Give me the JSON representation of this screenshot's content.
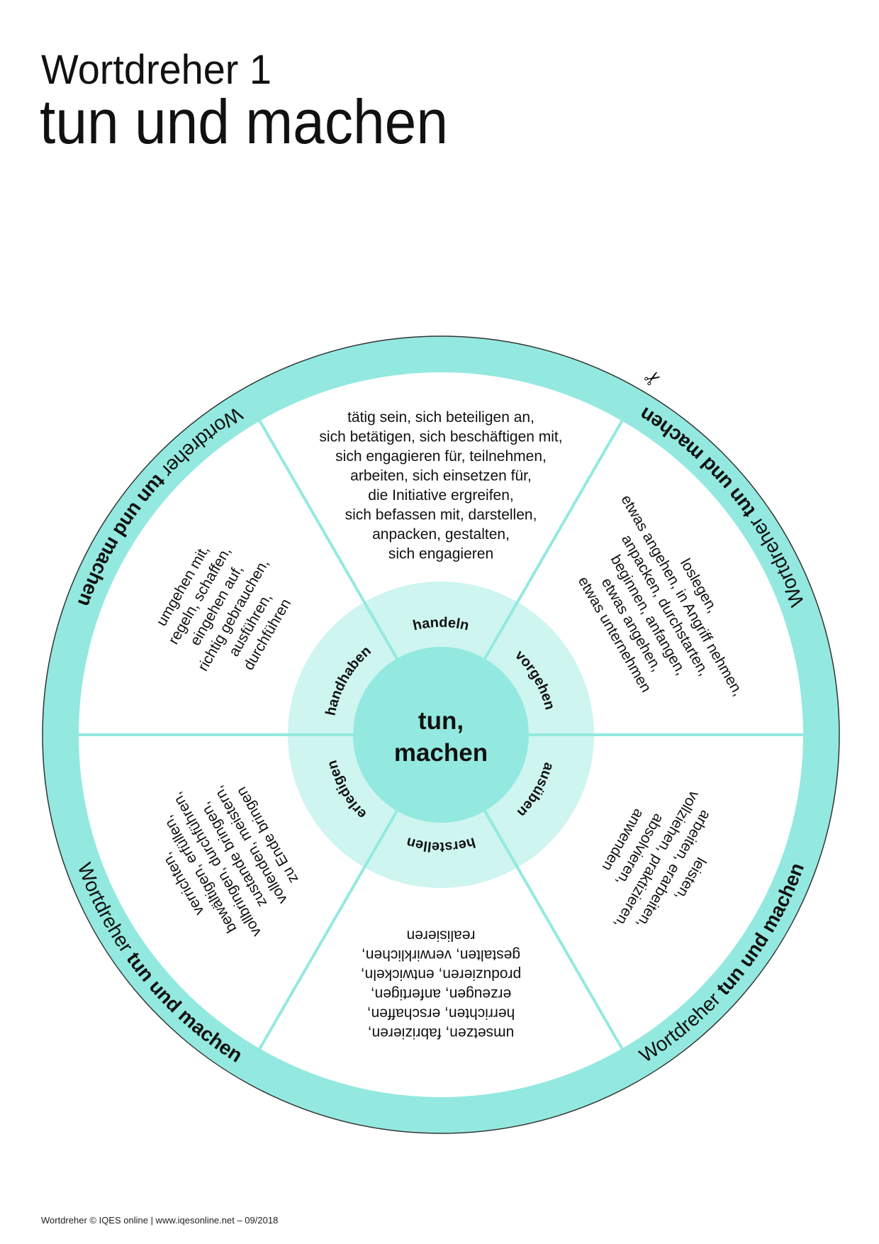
{
  "header": {
    "subtitle": "Wortdreher 1",
    "title": "tun und machen"
  },
  "colors": {
    "ring": "#93e9df",
    "hub": "#cef5f0",
    "center": "#93e9df",
    "divider": "#93e9df"
  },
  "wheel": {
    "center_lines": [
      "tun,",
      "machen"
    ],
    "hub_labels": [
      "handeln",
      "vorgehen",
      "ausüben",
      "herstellen",
      "erledigen",
      "handhaben"
    ],
    "ring_label": {
      "prefix": "Wortdreher ",
      "bold": "tun und machen"
    },
    "ring_label_count": 4,
    "cut_icon": "scissors-icon",
    "sectors": [
      {
        "lines": [
          "tätig sein, sich beteiligen an,",
          "sich betätigen, sich beschäftigen mit,",
          "sich engagieren für, teilnehmen,",
          "arbeiten, sich einsetzen für,",
          "die Initiative ergreifen,",
          "sich befassen mit, darstellen,",
          "anpacken, gestalten,",
          "sich engagieren"
        ]
      },
      {
        "lines": [
          "loslegen,",
          "etwas angehen, in Angriff nehmen,",
          "anpacken, durchstarten,",
          "beginnen, anfangen,",
          "etwas angehen,",
          "etwas unternehmen"
        ]
      },
      {
        "lines": [
          "leisten,",
          "arbeiten, erarbeiten,",
          "vollziehen, praktizieren,",
          "absolvieren,",
          "anwenden"
        ]
      },
      {
        "lines": [
          "umsetzen, fabrizieren,",
          "herrichten, erschaffen,",
          "erzeugen, anfertigen,",
          "produzieren, entwickeln,",
          "gestalten, verwirklichen,",
          "realisieren"
        ]
      },
      {
        "lines": [
          "verrichten,",
          "bewältigen, erfüllen,",
          "vollbringen, durchführen,",
          "zustande bringen,",
          "vollenden, meistern,",
          "zu Ende bringen"
        ]
      },
      {
        "lines": [
          "umgehen mit,",
          "regeln, schaffen,",
          "eingehen auf,",
          "richtig gebrauchen,",
          "ausführen,",
          "durchführen"
        ]
      }
    ]
  },
  "footer": {
    "text": "Wortdreher © IQES online | www.iqesonline.net – 09/2018"
  }
}
